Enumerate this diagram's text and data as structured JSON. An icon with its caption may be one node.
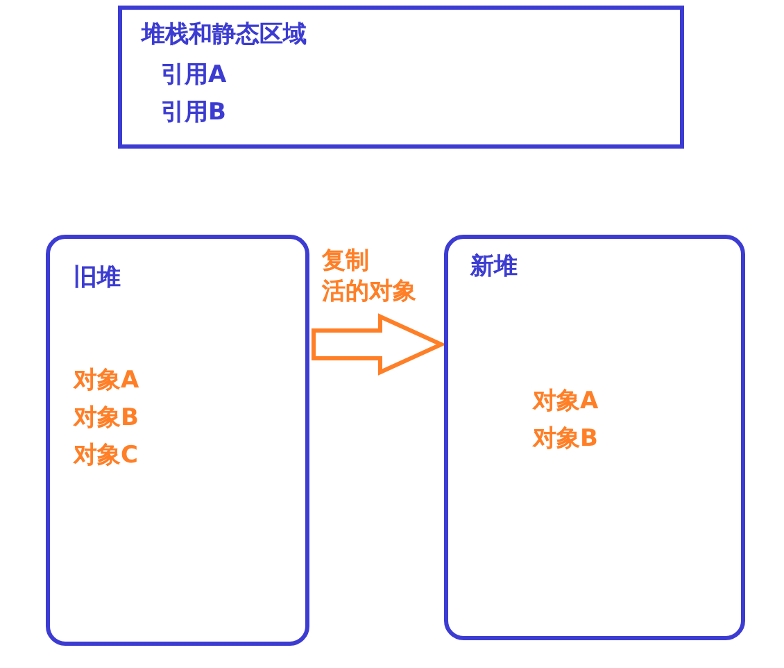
{
  "diagram": {
    "nodes": [
      {
        "text": [
          "堆栈和静态区域",
          "引用A",
          "引用B"
        ]
      },
      {
        "text": [
          "旧堆",
          "对象A",
          "对象B",
          "对象C"
        ]
      },
      {
        "text": [
          "新堆",
          "对象A",
          "对象B"
        ]
      }
    ],
    "edges": [
      {
        "from": 1,
        "to": 2,
        "arrow": "to",
        "label": "复制活的对象",
        "color": "#ff7f27"
      }
    ]
  }
}
